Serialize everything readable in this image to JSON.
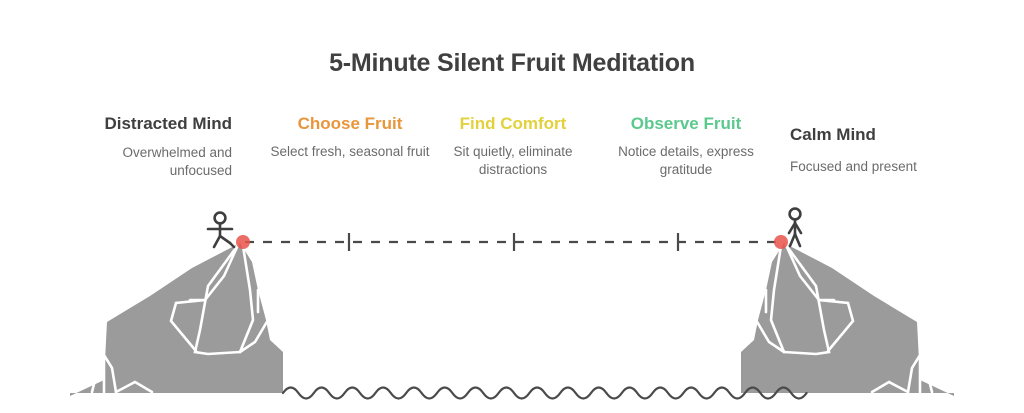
{
  "title": "5-Minute Silent Fruit Meditation",
  "colors": {
    "title": "#404040",
    "heading_dark": "#3f3f3f",
    "heading_orange": "#E8963C",
    "heading_yellow": "#E2D13C",
    "heading_green": "#5BC98E",
    "description": "#6b6b6b",
    "mountain_fill": "#9b9b9b",
    "mountain_lines": "#ffffff",
    "figure": "#3f3f3f",
    "rope": "#4a4a4a",
    "anchor_dot": "#e8534a",
    "water": "#4a4a4a",
    "background": "#ffffff"
  },
  "columns": [
    {
      "heading": "Distracted Mind",
      "description": "Overwhelmed and unfocused",
      "color": "#3f3f3f",
      "align": "right"
    },
    {
      "heading": "Choose Fruit",
      "description": "Select fresh, seasonal fruit",
      "color": "#E8963C",
      "align": "center"
    },
    {
      "heading": "Find Comfort",
      "description": "Sit quietly, eliminate distractions",
      "color": "#E2D13C",
      "align": "center"
    },
    {
      "heading": "Observe Fruit",
      "description": "Notice details, express gratitude",
      "color": "#5BC98E",
      "align": "center"
    },
    {
      "heading": "Calm Mind",
      "description": "Focused and present",
      "color": "#3f3f3f",
      "align": "left"
    }
  ],
  "scene": {
    "left_cliff_label": "left-mountain",
    "right_cliff_label": "right-mountain",
    "left_figure_pose": "walking-arms-out",
    "right_figure_pose": "standing-arms-down",
    "rope_ticks": 3,
    "water_label": "wavy-water-line"
  }
}
